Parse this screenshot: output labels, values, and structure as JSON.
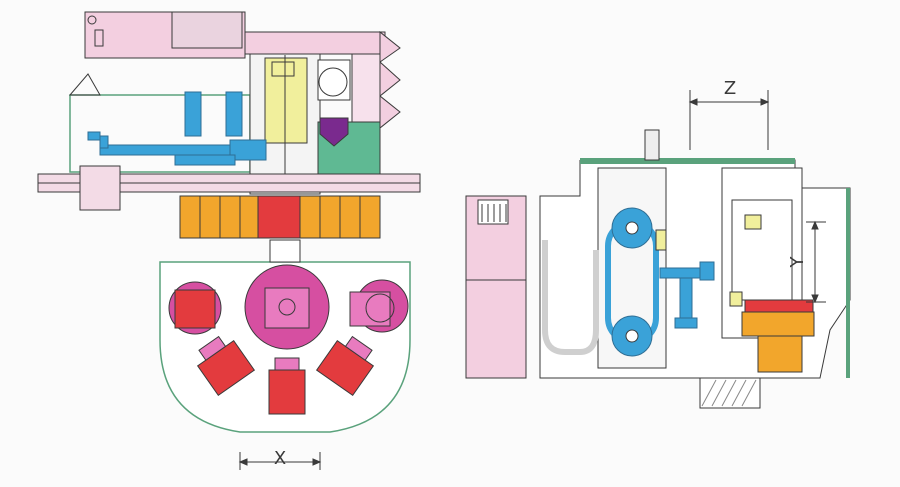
{
  "dimensions": {
    "x_label": "X",
    "y_label": "Y",
    "z_label": "Z"
  },
  "colors": {
    "background": "#fbfbfb",
    "line": "#3a3a3a",
    "green_outline": "#5aa27c",
    "pink": "#f3cfe0",
    "magenta": "#d64fa1",
    "red": "#e33b3e",
    "orange": "#f2a62c",
    "blue": "#3aa2d8",
    "yellow": "#f1ef9c",
    "purple": "#7a2a8e",
    "teal": "#5fb993"
  }
}
